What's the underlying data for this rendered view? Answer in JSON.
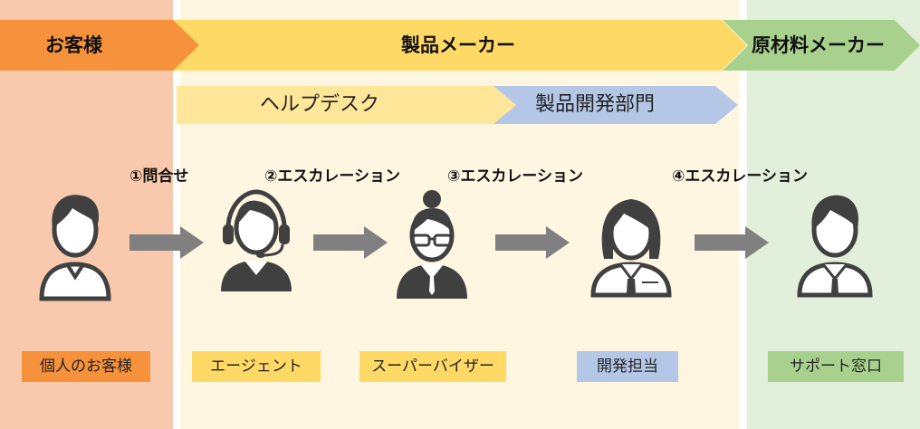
{
  "banners": {
    "customer": "お客様",
    "manufacturer": "製品メーカー",
    "supplier": "原材料メーカー"
  },
  "subbanners": {
    "helpdesk": "ヘルプデスク",
    "dev_dept": "製品開発部門"
  },
  "steps": {
    "s1": "①問合せ",
    "s2": "②エスカレーション",
    "s3": "③エスカレーション",
    "s4": "④エスカレーション"
  },
  "roles": {
    "customer": "個人のお客様",
    "agent": "エージェント",
    "supervisor": "スーパーバイザー",
    "developer": "開発担当",
    "support": "サポート窓口"
  },
  "colors": {
    "customer_bg": "#f8c9ad",
    "customer_banner": "#f7923c",
    "manufacturer_bg": "#fff6e2",
    "manufacturer_banner": "#ffd966",
    "sub_yellow": "#ffe699",
    "sub_blue": "#b4c7e7",
    "supplier_bg": "#e2efda",
    "supplier_banner": "#a9d18e",
    "arrow": "#808080",
    "icon": "#404040"
  }
}
